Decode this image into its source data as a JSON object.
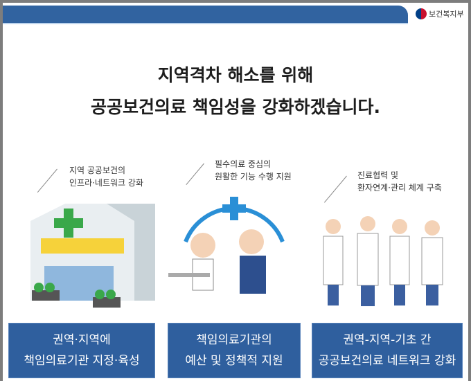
{
  "header": {
    "ministry": "보건복지부"
  },
  "title": {
    "line1": "지역격차 해소를 위해",
    "line2": "공공보건의료 책임성을 강화하겠습니다."
  },
  "columns": [
    {
      "note1": "지역 공공보건의",
      "note2": "인프라·네트워크 강화",
      "box1": "권역·지역에",
      "box2": "책임의료기관 지정·육성"
    },
    {
      "note1": "필수의료 중심의",
      "note2": "원활한 기능 수행 지원",
      "box1": "책임의료기관의",
      "box2": "예산 및 정책적 지원"
    },
    {
      "note1": "진료협력 및",
      "note2": "환자연계·관리 체계 구축",
      "box1": "권역-지역-기초 간",
      "box2": "공공보건의료 네트워크 강화"
    }
  ],
  "colors": {
    "blue": "#2f5f9e",
    "green": "#3aa84a"
  }
}
